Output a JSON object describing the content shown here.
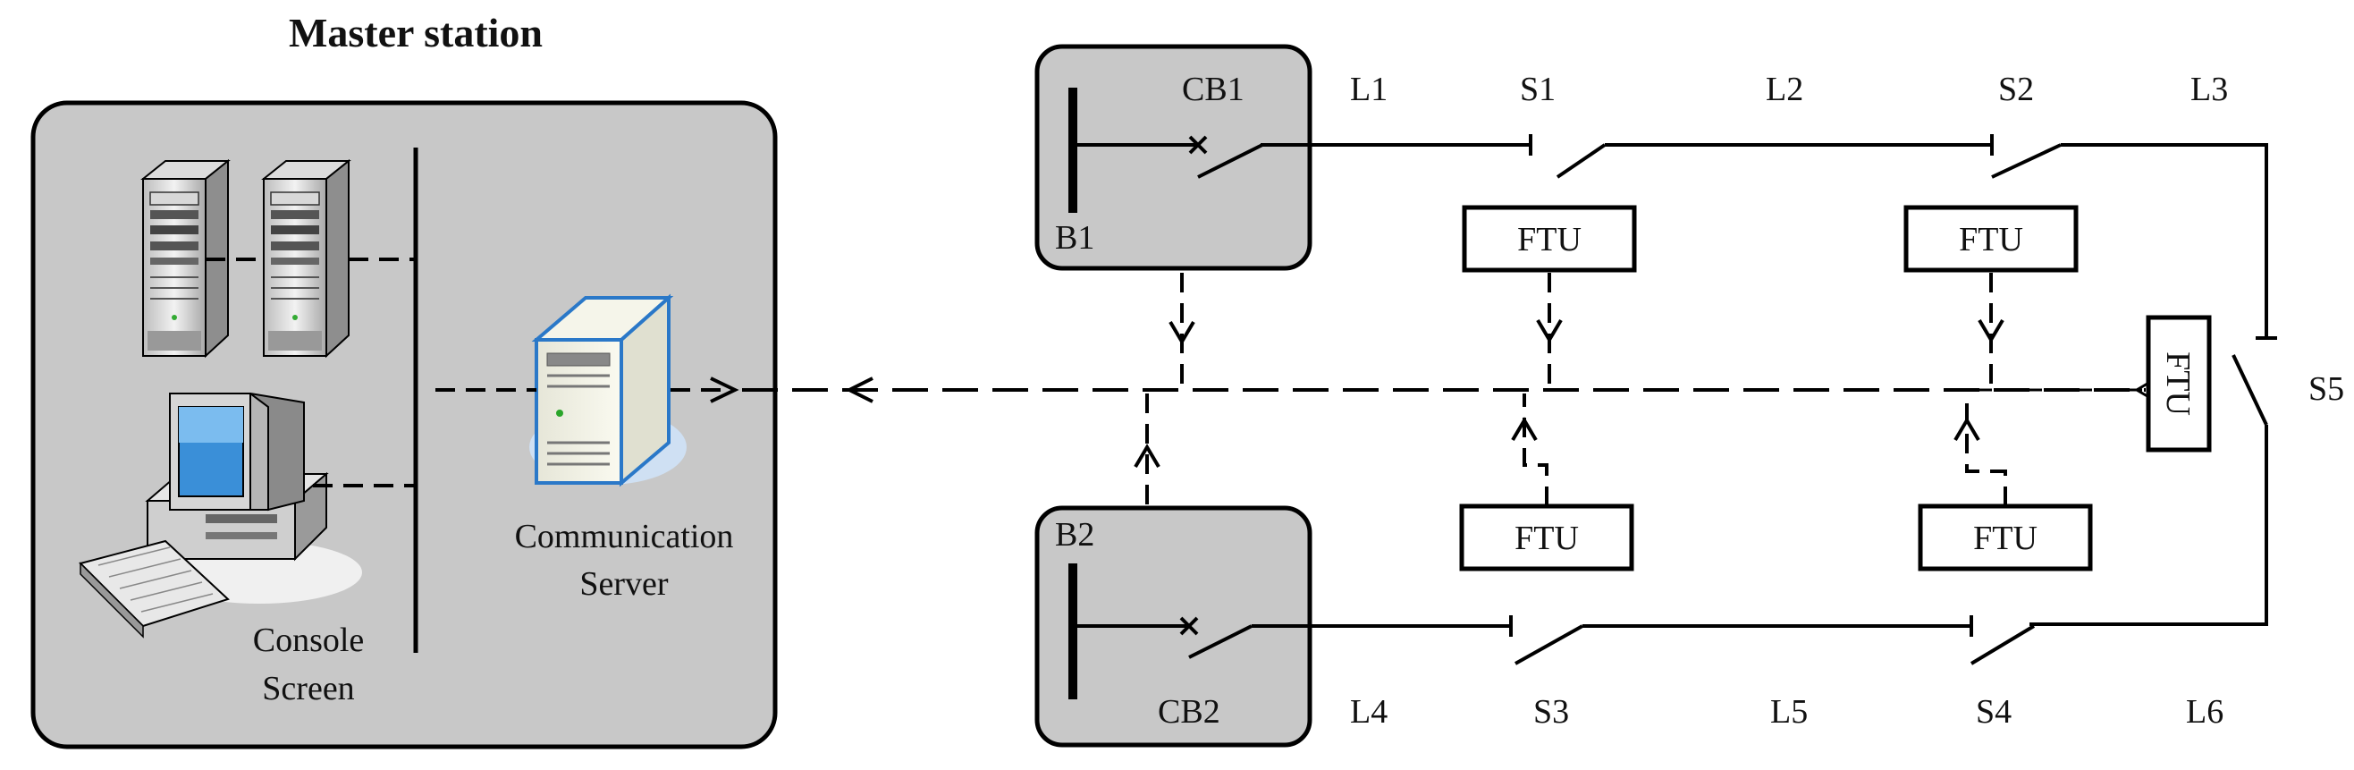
{
  "master_station": {
    "title": "Master station",
    "console_label": [
      "Console",
      "Screen"
    ],
    "comm_server_label": [
      "Communication",
      "Server"
    ]
  },
  "substations": {
    "b1": {
      "bus": "B1",
      "breaker": "CB1"
    },
    "b2": {
      "bus": "B2",
      "breaker": "CB2"
    }
  },
  "lines": {
    "l1": "L1",
    "l2": "L2",
    "l3": "L3",
    "l4": "L4",
    "l5": "L5",
    "l6": "L6"
  },
  "switches": {
    "s1": "S1",
    "s2": "S2",
    "s3": "S3",
    "s4": "S4",
    "s5": "S5"
  },
  "ftu": {
    "top_1": "FTU",
    "top_2": "FTU",
    "bottom_1": "FTU",
    "bottom_2": "FTU",
    "right": "FTU"
  },
  "colors": {
    "panel_fill": "#c8c8c8",
    "line": "#000000",
    "server_blue": "#2a78c8"
  }
}
